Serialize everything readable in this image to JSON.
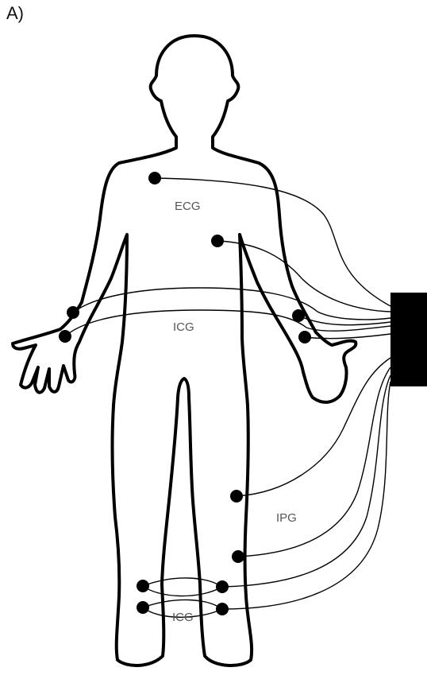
{
  "figure": {
    "panel_label": "A)",
    "labels": {
      "ecg": "ECG",
      "icg_upper": "ICG",
      "ipg": "IPG",
      "icg_lower": "ICG"
    },
    "colors": {
      "ink": "#000000",
      "label_text": "#555555",
      "background": "#ffffff"
    }
  }
}
